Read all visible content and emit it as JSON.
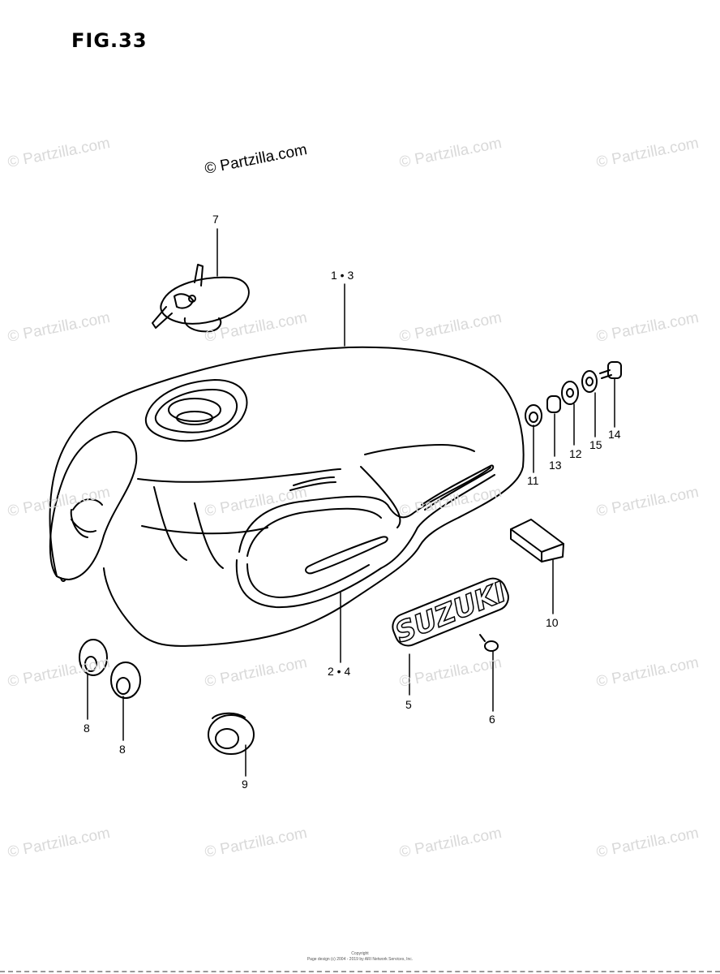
{
  "figure": {
    "title": "FIG.33"
  },
  "watermark": {
    "text": "© Partzilla.com"
  },
  "callouts": {
    "c7": "7",
    "c1_3": "1 • 3",
    "c11": "11",
    "c13": "13",
    "c12": "12",
    "c15": "15",
    "c14": "14",
    "c10": "10",
    "c2_4": "2 • 4",
    "c5": "5",
    "c6": "6",
    "c8a": "8",
    "c8b": "8",
    "c9": "9"
  },
  "emblem": {
    "text": "SUZUKI"
  },
  "footer": {
    "line1": "Copyright",
    "line2": "Page design (c) 2004 - 2019 by ARI Network Services, Inc."
  }
}
